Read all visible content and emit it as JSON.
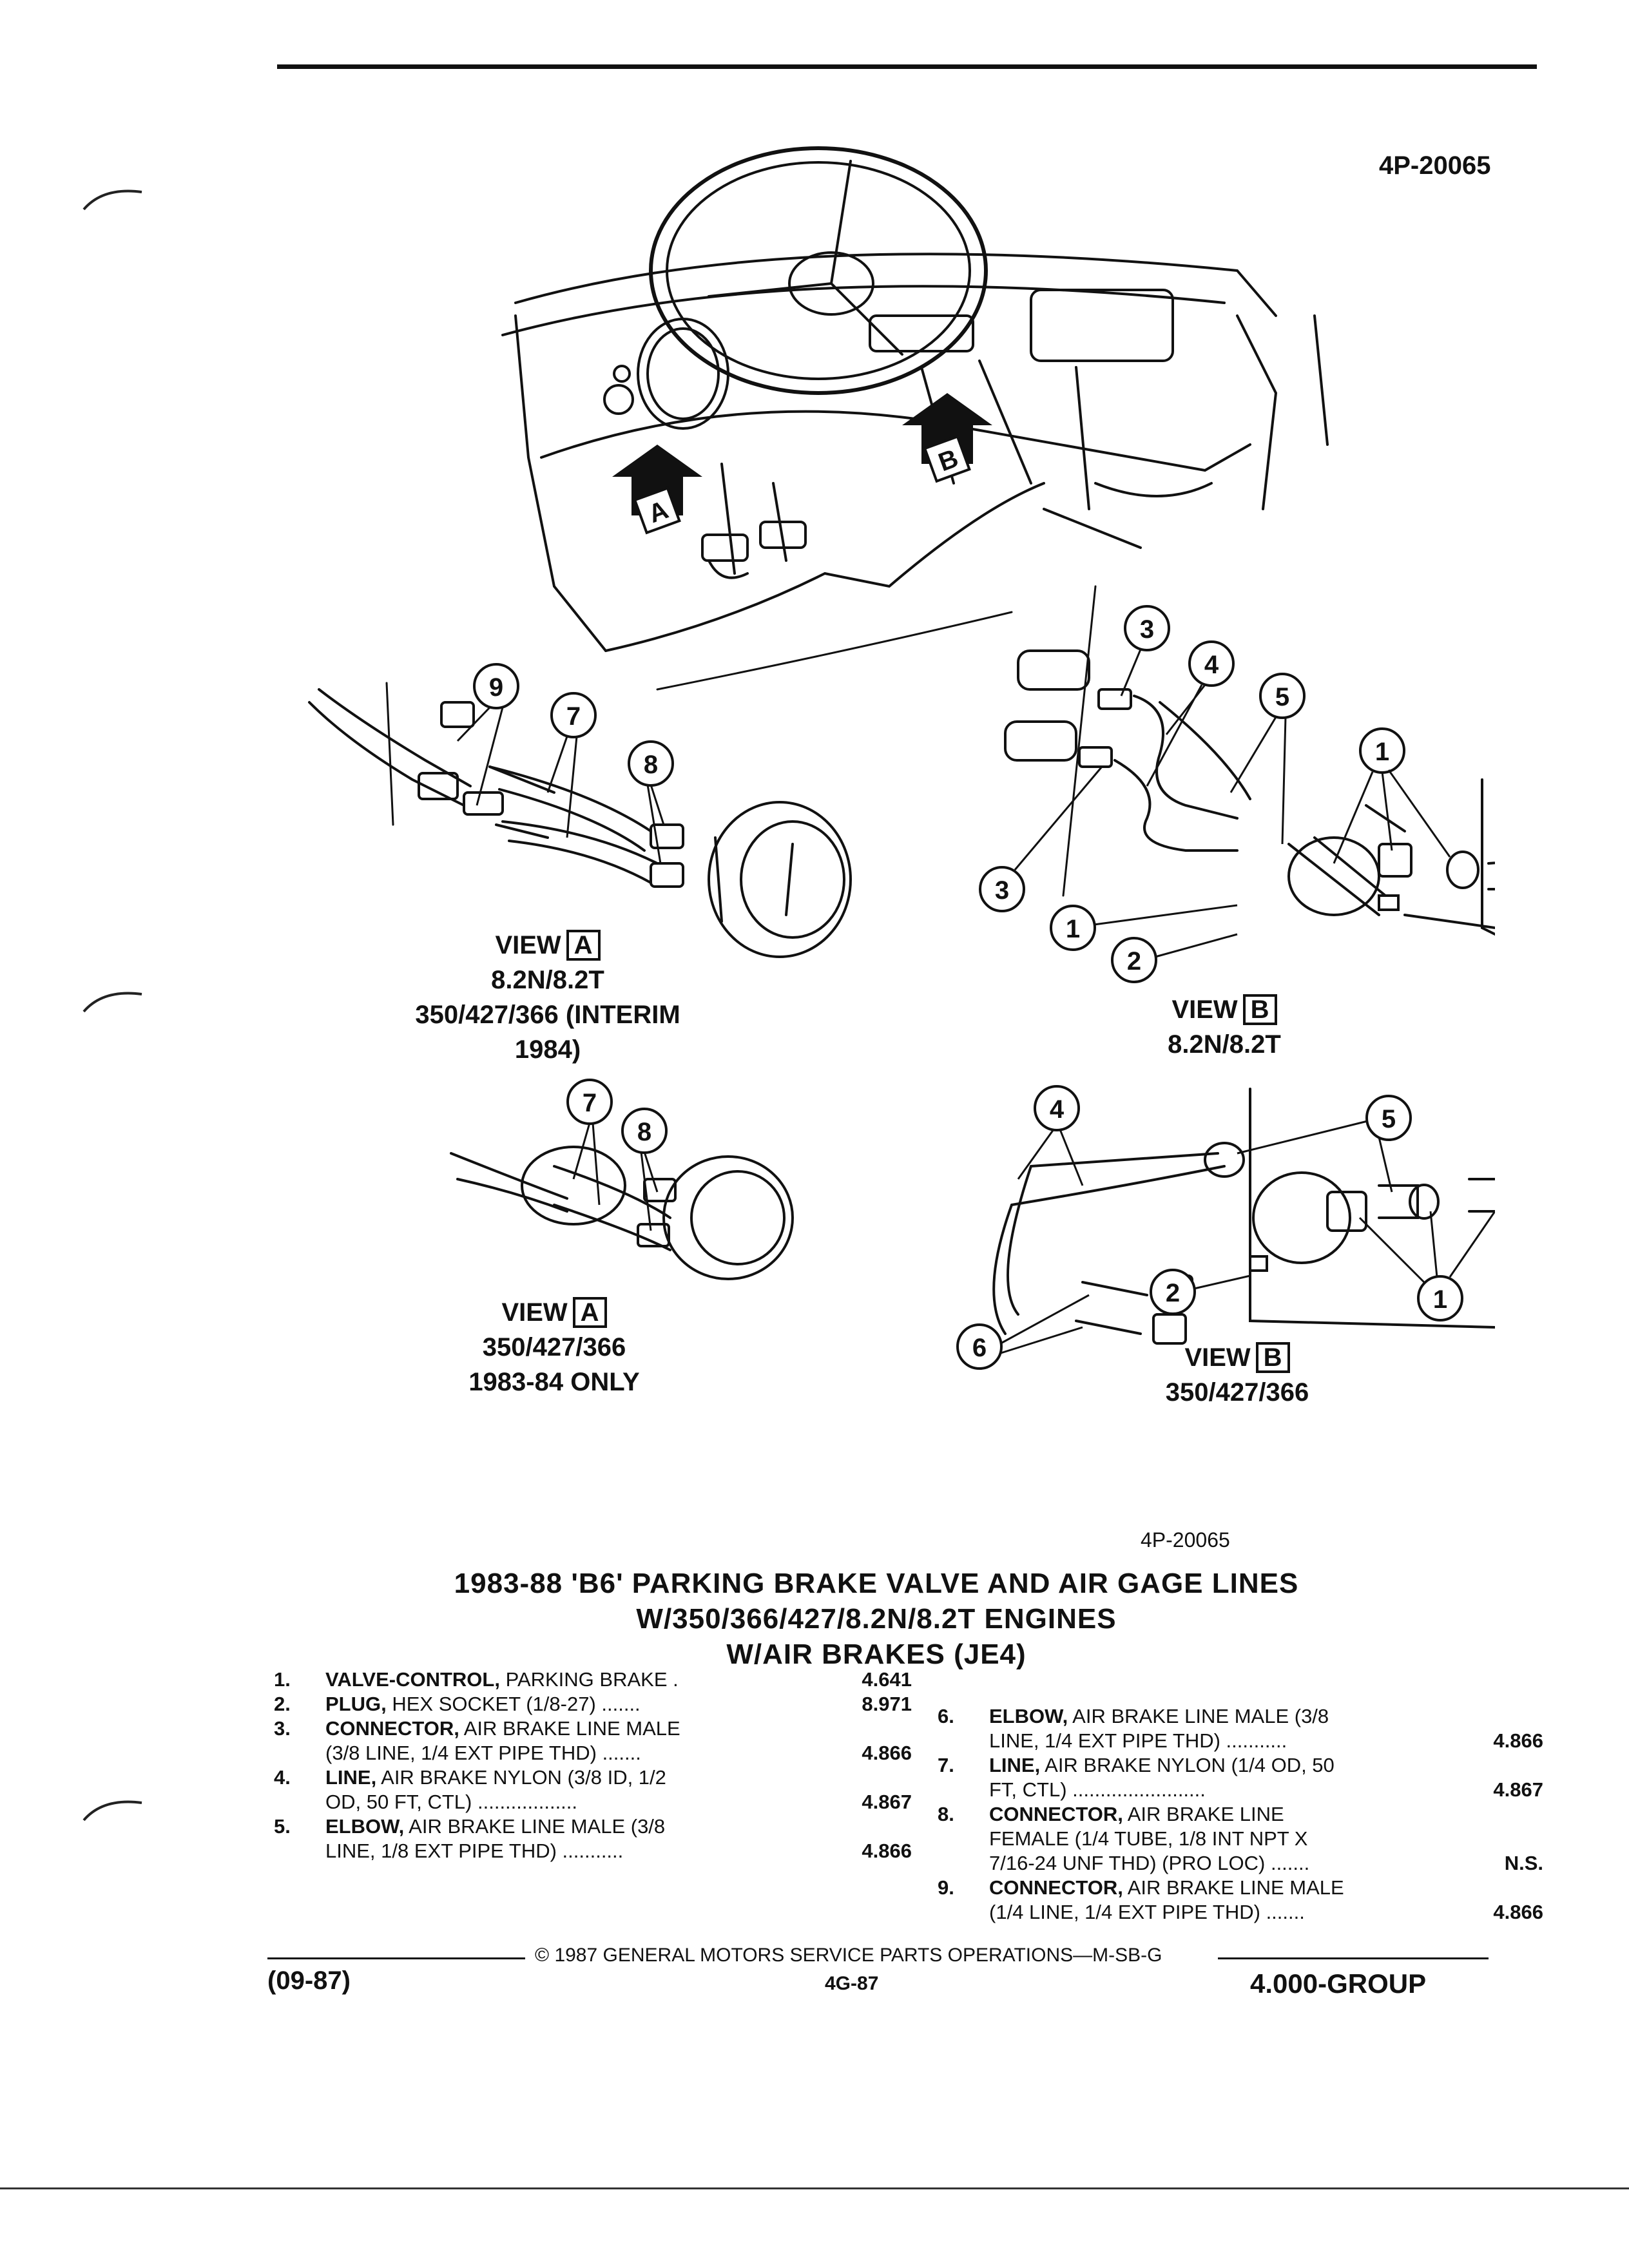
{
  "illustration_ref_top": "4P-20065",
  "illustration_ref_bottom": "4P-20065",
  "views": {
    "a1": {
      "view": "VIEW",
      "box": "A",
      "line1": "8.2N/8.2T",
      "line2": "350/427/366 (INTERIM 1984)"
    },
    "b1": {
      "view": "VIEW",
      "box": "B",
      "line1": "8.2N/8.2T"
    },
    "a2": {
      "view": "VIEW",
      "box": "A",
      "line1": "350/427/366",
      "line2": "1983-84 ONLY"
    },
    "b2": {
      "view": "VIEW",
      "box": "B",
      "line1": "350/427/366"
    }
  },
  "arrow_labels": {
    "a": "A",
    "b": "B"
  },
  "callouts": [
    "1",
    "2",
    "3",
    "4",
    "5",
    "6",
    "7",
    "8",
    "9"
  ],
  "title": {
    "line1": "1983-88 'B6' PARKING BRAKE VALVE AND AIR GAGE LINES",
    "line2": "W/350/366/427/8.2N/8.2T ENGINES",
    "line3": "W/AIR BRAKES (JE4)"
  },
  "parts": [
    {
      "num": "1.",
      "name": "VALVE-CONTROL,",
      "rest": " PARKING BRAKE",
      "rest2": "",
      "dots": " .",
      "code": "4.641"
    },
    {
      "num": "2.",
      "name": "PLUG,",
      "rest": " HEX SOCKET (1/8-27)",
      "rest2": "",
      "dots": " .......",
      "code": "8.971"
    },
    {
      "num": "3.",
      "name": "CONNECTOR,",
      "rest": " AIR BRAKE LINE MALE",
      "rest2": "(3/8 LINE, 1/4 EXT PIPE THD)",
      "dots": " .......",
      "code": "4.866"
    },
    {
      "num": "4.",
      "name": "LINE,",
      "rest": " AIR BRAKE NYLON (3/8 ID, 1/2",
      "rest2": "OD, 50 FT, CTL)",
      "dots": " ..................",
      "code": "4.867"
    },
    {
      "num": "5.",
      "name": "ELBOW,",
      "rest": " AIR BRAKE LINE MALE (3/8",
      "rest2": "LINE, 1/8 EXT PIPE THD)",
      "dots": " ...........",
      "code": "4.866"
    },
    {
      "num": "6.",
      "name": "ELBOW,",
      "rest": " AIR BRAKE LINE MALE (3/8",
      "rest2": "LINE, 1/4 EXT PIPE THD)",
      "dots": " ...........",
      "code": "4.866"
    },
    {
      "num": "7.",
      "name": "LINE,",
      "rest": " AIR BRAKE NYLON (1/4 OD, 50",
      "rest2": "FT, CTL)",
      "dots": " ........................",
      "code": "4.867"
    },
    {
      "num": "8.",
      "name": "CONNECTOR,",
      "rest": " AIR BRAKE LINE",
      "rest2": "FEMALE (1/4 TUBE, 1/8 INT NPT X",
      "rest3": "7/16-24 UNF THD) (PRO LOC)",
      "dots": " .......",
      "code": "N.S."
    },
    {
      "num": "9.",
      "name": "CONNECTOR,",
      "rest": " AIR BRAKE LINE MALE",
      "rest2": "(1/4 LINE, 1/4 EXT PIPE THD)",
      "dots": " .......",
      "code": "4.866"
    }
  ],
  "footer": {
    "copyright": "© 1987 GENERAL MOTORS SERVICE PARTS OPERATIONS—M-SB-G",
    "date": "(09-87)",
    "page": "4G-87",
    "group": "4.000-GROUP"
  }
}
